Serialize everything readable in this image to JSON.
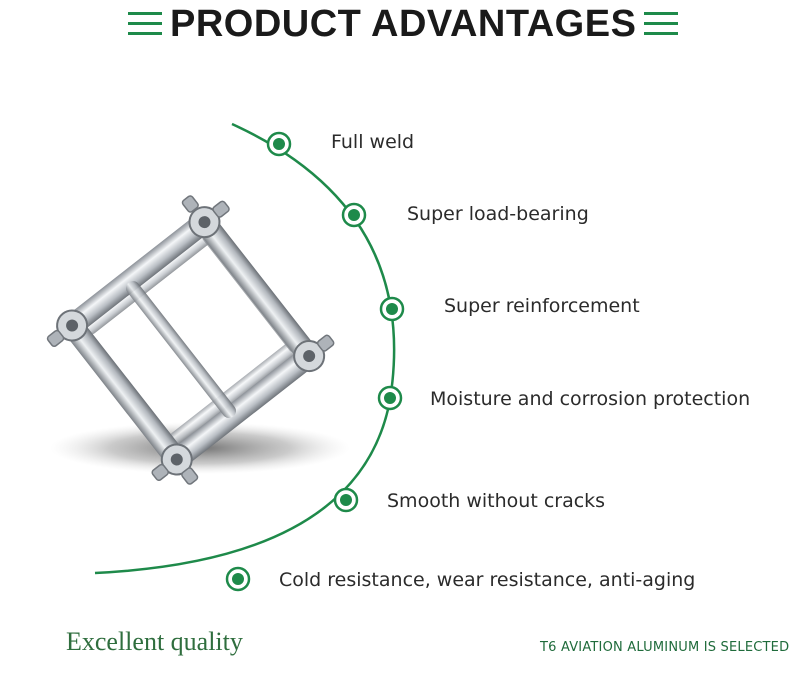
{
  "header": {
    "title": "PRODUCT ADVANTAGES",
    "left_icon": "menu-lines-icon",
    "right_icon": "menu-lines-icon"
  },
  "colors": {
    "accent": "#1e8a4a",
    "footer_text": "#2f6e3e"
  },
  "image": {
    "subject": "aluminum-truss-cube-icon"
  },
  "features": [
    {
      "label": "Full weld"
    },
    {
      "label": "Super load-bearing"
    },
    {
      "label": "Super reinforcement"
    },
    {
      "label": "Moisture and corrosion protection"
    },
    {
      "label": "Smooth without cracks"
    },
    {
      "label": "Cold resistance, wear resistance, anti-aging"
    }
  ],
  "footer": {
    "left_text": "Excellent quality",
    "right_text": "T6 AVIATION ALUMINUM IS SELECTED"
  }
}
